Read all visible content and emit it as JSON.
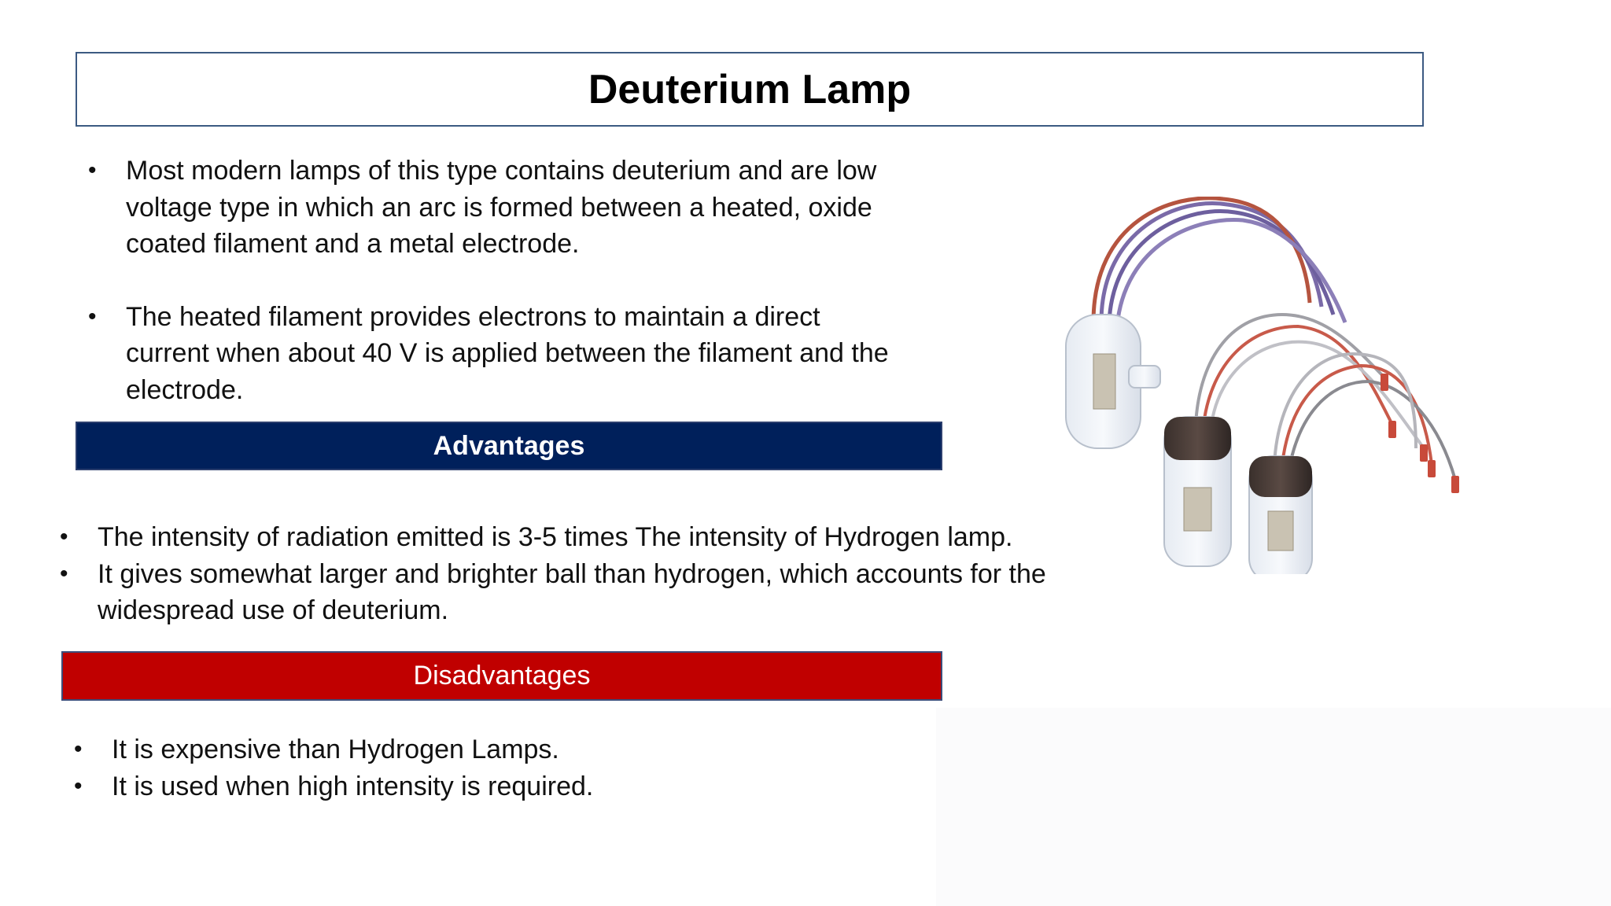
{
  "title": "Deuterium Lamp",
  "intro_bullets": [
    "Most modern lamps of this type contains deuterium and are low voltage type in which an arc is formed between a heated, oxide coated filament and a metal electrode.",
    "The heated filament provides electrons to maintain a direct current when about 40 V is applied between the filament and the electrode."
  ],
  "advantages": {
    "heading": "Advantages",
    "color": "#00205b",
    "bullets": [
      "The intensity of radiation emitted is 3-5 times The intensity of Hydrogen lamp.",
      "It gives somewhat larger and brighter ball than hydrogen, which accounts for the widespread use of deuterium."
    ]
  },
  "disadvantages": {
    "heading": "Disadvantages",
    "color": "#c00000",
    "bullets": [
      "It is expensive than Hydrogen Lamps.",
      "It is used when high intensity is required."
    ]
  },
  "bullet_glyph": "•",
  "image": {
    "subject": "deuterium-lamps-photo"
  }
}
